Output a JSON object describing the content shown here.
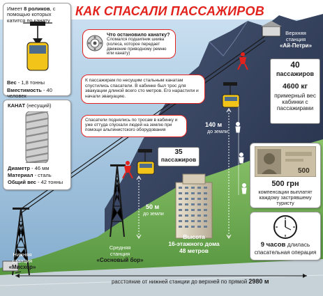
{
  "title": "КАК СПАСАЛИ ПАССАЖИРОВ",
  "cabin_panel": {
    "rollers_prefix": "Имеет",
    "rollers_bold": "8 роликов",
    "rollers_suffix": ", с помощью которых катится по канату",
    "weight_label": "Вес",
    "weight_value": " - 1,8 тонны",
    "capacity_label": "Вместимость",
    "capacity_value": " - 40 человек"
  },
  "rope_panel": {
    "title": "КАНАТ",
    "title_note": " (несущий)",
    "diameter_label": "Диаметр",
    "diameter_value": " - 46 мм",
    "material_label": "Материал",
    "material_value": " - сталь",
    "weight_label": "Общий вес",
    "weight_value": " - 42 тонны"
  },
  "callout_stop": {
    "heading": "Что остановило канатку?",
    "body": "Сломался подшипник шкива (колеса, которое передает движение приводному ремню или канату)"
  },
  "callout_rope": {
    "body": "К пассажирам по несущим стальным канатам спустились спасатели. В кабинке был трос для эвакуации длиной всего сто метров. Его нарастили и начали эвакуацию."
  },
  "callout_climb": {
    "body": "Спасатели поднялись по тросам в кабинку и уже оттуда спускали людей на землю при помощи альпинистского оборудования"
  },
  "cabin_upper": {
    "count": "40",
    "count_label": "пассажиров",
    "weight": "4600 кг",
    "weight_caption": "примерный вес кабинки с пассажирами"
  },
  "cabin_lower": {
    "count": "35",
    "count_label": "пассажиров"
  },
  "heights": {
    "upper": "140 м",
    "upper_caption": "до земли",
    "lower": "50 м",
    "lower_caption": "до земли"
  },
  "building": {
    "caption_line1": "Высота",
    "caption_line2": "16-этажного дома",
    "caption_line3": "48 метров"
  },
  "money": {
    "note_value": "500",
    "amount": "500 грн",
    "caption": "компенсации выплатят каждому застрявшему туристу"
  },
  "clock": {
    "hours": "9 часов",
    "hours_suffix": " длилась",
    "caption": "спасательная операция"
  },
  "stations": {
    "lower_line1": "Нижняя",
    "lower_line2": "станция",
    "lower_name": "«Мисхор»",
    "middle_line1": "Средняя",
    "middle_line2": "станция",
    "middle_name": "«Сосновый бор»",
    "upper_line1": "Верхняя",
    "upper_line2": "станция",
    "upper_name": "«Ай-Петри»"
  },
  "distance": {
    "text": "расстояние от нижней станции до верхней по прямой",
    "value": "2980 м"
  },
  "colors": {
    "accent_red": "#e2221c",
    "mountain": "#2f3e5c",
    "sky": "#8fb8d8",
    "grass": "#6aa84f",
    "road": "#b8c4cc"
  }
}
